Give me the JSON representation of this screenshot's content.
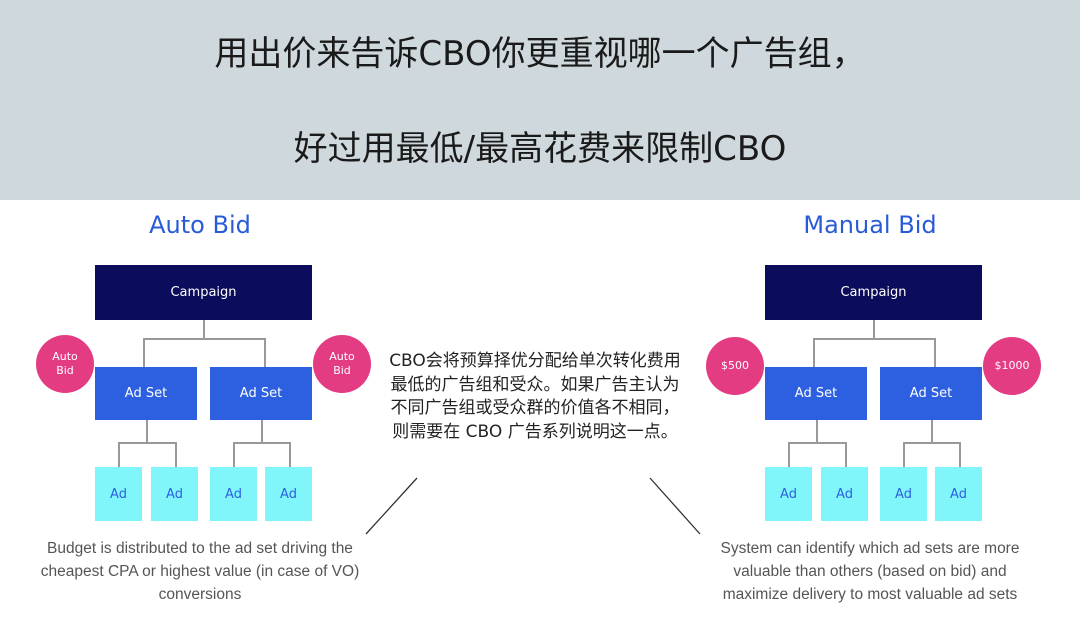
{
  "header": {
    "line1": "用出价来告诉CBO你更重视哪一个广告组，",
    "line2": "好过用最低/最高花费来限制CBO"
  },
  "auto": {
    "title": "Auto Bid",
    "campaign": "Campaign",
    "adset": "Ad Set",
    "ad": "Ad",
    "bid_left": "Auto Bid",
    "bid_right": "Auto Bid",
    "caption": "Budget is distributed to the ad set driving the cheapest CPA or highest value (in case of VO) conversions"
  },
  "manual": {
    "title": "Manual Bid",
    "campaign": "Campaign",
    "adset": "Ad Set",
    "ad": "Ad",
    "bid_left": "$500",
    "bid_right": "$1000",
    "caption": "System can identify which ad sets are more valuable than others (based on bid) and maximize delivery to most valuable ad sets"
  },
  "middle_note": "CBO会将预算择优分配给单次转化费用最低的广告组和受众。如果广告主认为不同广告组或受众群的价值各不相同，则需要在 CBO 广告系列说明这一点。",
  "colors": {
    "campaign": "#0c0c5c",
    "adset": "#2d60e0",
    "ad": "#80f6fb",
    "bid": "#e33c83",
    "title": "#2a5bd7"
  }
}
